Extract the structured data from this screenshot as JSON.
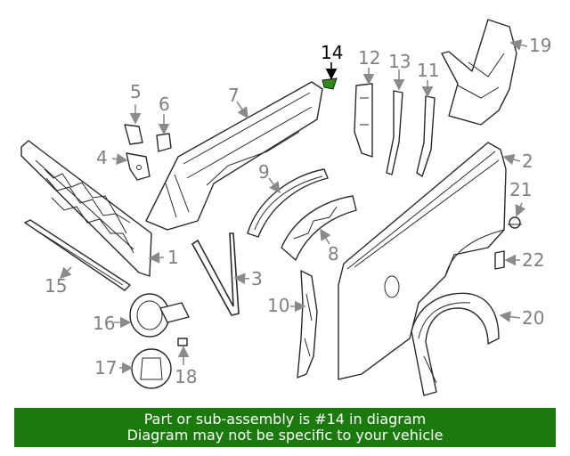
{
  "callouts": {
    "c1": "1",
    "c2": "2",
    "c3": "3",
    "c4": "4",
    "c5": "5",
    "c6": "6",
    "c7": "7",
    "c8": "8",
    "c9": "9",
    "c10": "10",
    "c11": "11",
    "c12": "12",
    "c13": "13",
    "c14": "14",
    "c15": "15",
    "c16": "16",
    "c17": "17",
    "c18": "18",
    "c19": "19",
    "c20": "20",
    "c21": "21",
    "c22": "22"
  },
  "highlight": {
    "part": "14",
    "color": "#2e8b1a"
  },
  "banner": {
    "line1": "Part or sub-assembly is #14 in diagram",
    "line2": "Diagram may not be specific to your vehicle",
    "color": "#1a7a0c"
  }
}
